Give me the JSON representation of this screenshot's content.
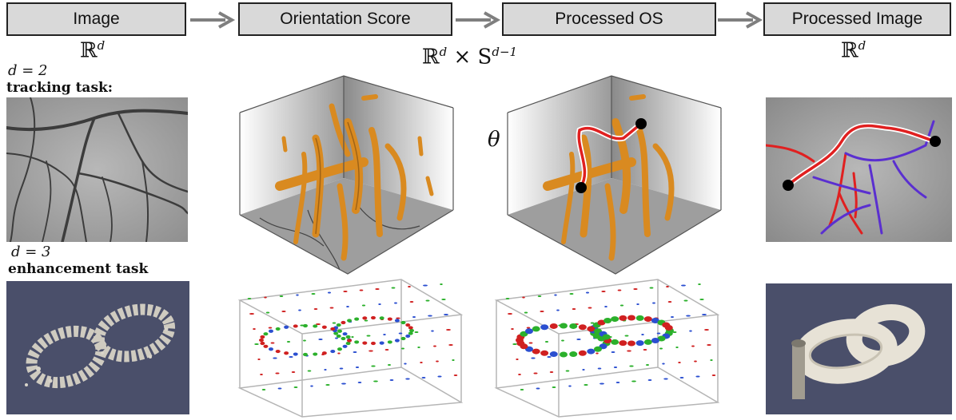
{
  "pipeline": {
    "boxes": [
      "Image",
      "Orientation Score",
      "Processed OS",
      "Processed Image"
    ]
  },
  "spaces": {
    "image": "ℝ",
    "image_sup": "d",
    "os": "ℝ",
    "os_sup": "d",
    "os_times": " × S",
    "os_sup2": "d−1",
    "processed": "ℝ",
    "processed_sup": "d"
  },
  "rows": {
    "row1_dim": "d = 2",
    "row1_task": "tracking task:",
    "row2_dim": "d = 3",
    "row2_task": "enhancement task"
  },
  "symbols": {
    "theta": "θ"
  },
  "colors": {
    "box_fill": "#d9d9d9",
    "arrow": "#7f7f7f",
    "path_red": "#e02020",
    "path_blue": "#5a2fd0",
    "vessel_orange": "#d98a20",
    "slate": "#4a4f6a"
  }
}
